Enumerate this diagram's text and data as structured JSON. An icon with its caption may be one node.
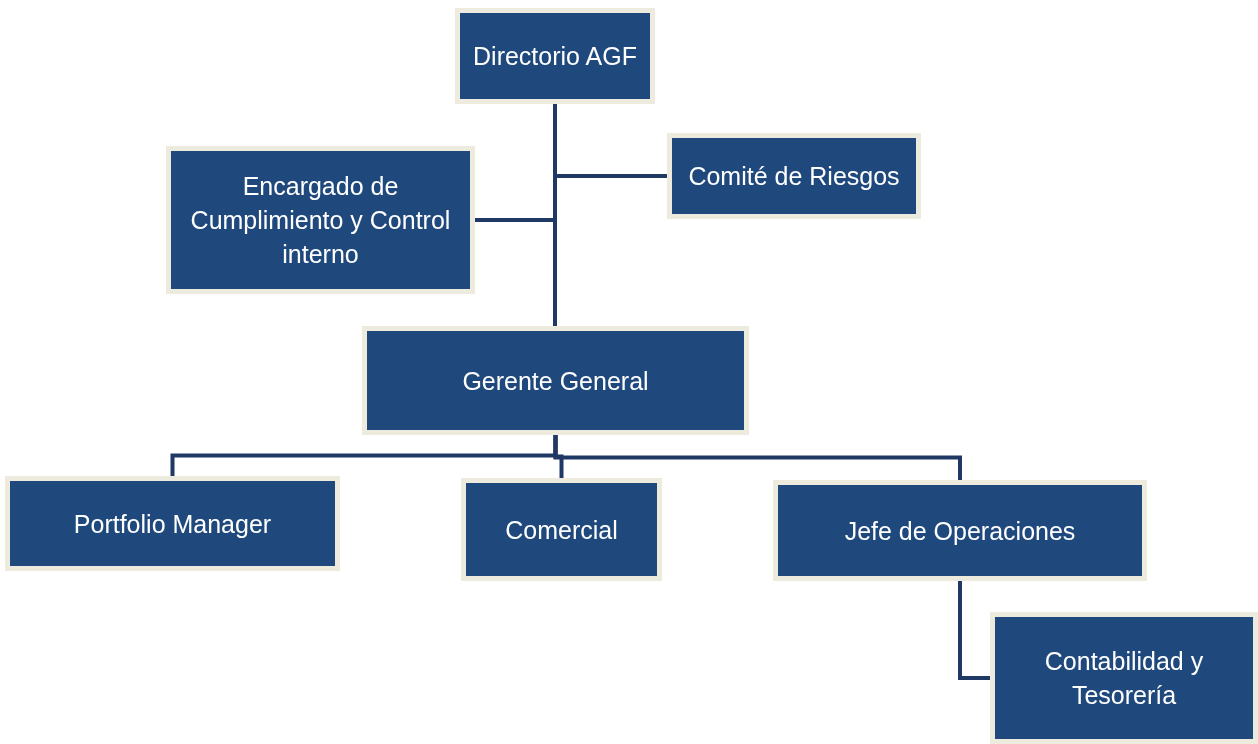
{
  "diagram": {
    "nodes": [
      {
        "text": [
          "Directorio AGF"
        ]
      },
      {
        "text": [
          "Comité de Riesgos"
        ]
      },
      {
        "text": [
          "Encargado de Cumplimiento y Control interno"
        ]
      },
      {
        "text": [
          "Gerente General"
        ]
      },
      {
        "text": [
          "Portfolio Manager"
        ]
      },
      {
        "text": [
          "Comercial"
        ]
      },
      {
        "text": [
          "Jefe de Operaciones"
        ]
      },
      {
        "text": [
          "Contabilidad y Tesorería"
        ]
      }
    ],
    "edges": [
      {
        "from": 0,
        "to": 3,
        "arrow": "none"
      },
      {
        "from": 0,
        "to": 1,
        "arrow": "none"
      },
      {
        "from": 0,
        "to": 2,
        "arrow": "none"
      },
      {
        "from": 3,
        "to": 4,
        "arrow": "none"
      },
      {
        "from": 3,
        "to": 5,
        "arrow": "none"
      },
      {
        "from": 3,
        "to": 6,
        "arrow": "none"
      },
      {
        "from": 6,
        "to": 7,
        "arrow": "none"
      }
    ]
  }
}
